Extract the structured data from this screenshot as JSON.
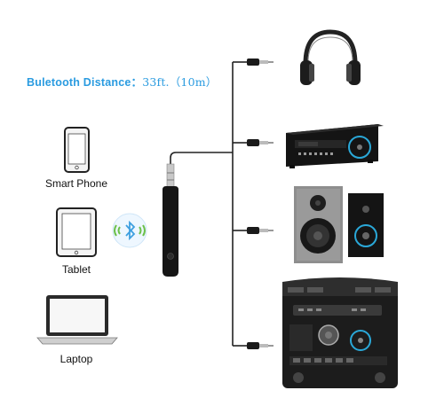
{
  "distance": {
    "label": "Buletooth Distance：",
    "value": "33ft.（10m）"
  },
  "devices": [
    {
      "label": "Smart Phone",
      "icon": "smartphone-icon"
    },
    {
      "label": "Tablet",
      "icon": "tablet-icon"
    },
    {
      "label": "Laptop",
      "icon": "laptop-icon"
    }
  ],
  "outputs": [
    {
      "icon": "headphones-icon"
    },
    {
      "icon": "av-receiver-icon"
    },
    {
      "icon": "speakers-icon"
    },
    {
      "icon": "car-stereo-icon"
    }
  ],
  "colors": {
    "accent": "#2a9be0",
    "bluetooth": "#3fa0e0",
    "wave": "#6cc04a"
  }
}
